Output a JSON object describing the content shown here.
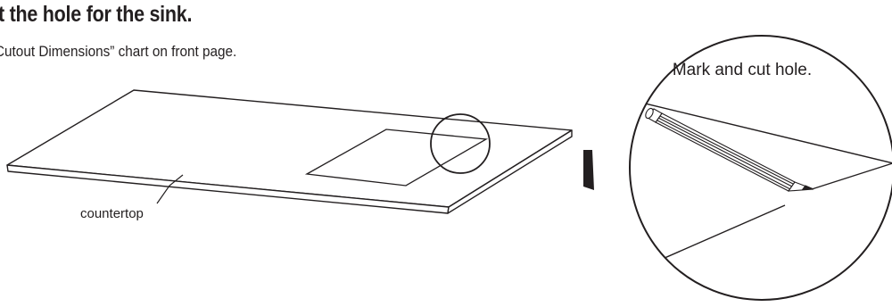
{
  "heading": "t the hole for the sink.",
  "subtext": "Cutout Dimensions” chart on front page.",
  "labels": {
    "countertop": "countertop",
    "callout": "Mark and cut hole."
  },
  "icons": {
    "pencil": "pencil-icon"
  }
}
